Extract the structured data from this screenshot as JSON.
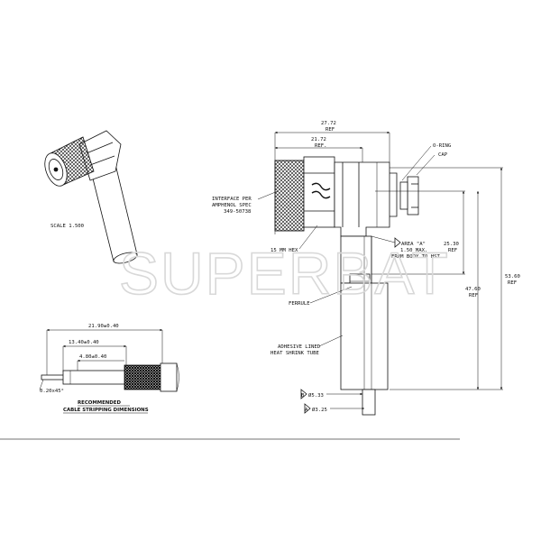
{
  "watermark": "SUPERBAT",
  "iso_view": {
    "scale_label": "SCALE  1.500"
  },
  "stripping": {
    "dims": [
      "21.90±0.40",
      "13.40±0.40",
      "4.80±0.40"
    ],
    "chamfer": "0.20x45°",
    "caption_1": "RECOMMENDED",
    "caption_2": "CABLE STRIPPING DIMENSIONS"
  },
  "main_view": {
    "top_dims": [
      {
        "value": "27.72",
        "note": "REF"
      },
      {
        "value": "21.72",
        "note": "REF."
      }
    ],
    "right_dims": [
      {
        "value": "25.30",
        "note": "REF"
      },
      {
        "value": "47.60",
        "note": "REF"
      },
      {
        "value": "53.60",
        "note": "REF"
      }
    ],
    "interface": [
      "INTERFACE PER",
      "AMPHENOL SPEC",
      "349-50738"
    ],
    "hex": "15 MM HEX",
    "ferrule": "FERRULE",
    "heat_shrink": [
      "ADHESIVE LINED",
      "HEAT SHRINK TUBE"
    ],
    "oring": "O-RING",
    "cap": "CAP",
    "area_a": [
      "AREA \"A\"",
      "1.50 MAX.",
      "FROM BODY TO HST"
    ],
    "dia_1": "Ø5.33",
    "dia_2": "Ø3.25",
    "tag_1": "B",
    "tag_2": "A"
  }
}
